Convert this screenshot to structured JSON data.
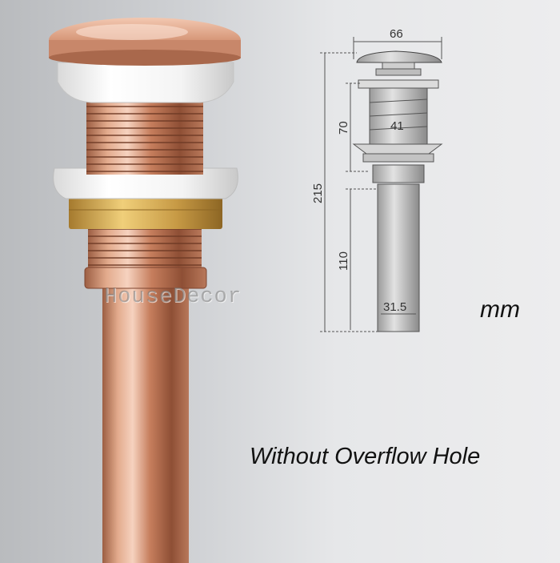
{
  "watermark_text": "HouseDecor",
  "caption": "Without Overflow Hole",
  "unit": "mm",
  "dimensions": {
    "cap_width": "66",
    "body_width": "41",
    "upper_height": "70",
    "total_height": "215",
    "lower_height": "110",
    "pipe_width": "31.5"
  },
  "colors": {
    "rose_gold": "#d69a7a",
    "white_washer": "#f2f2f2",
    "brass_nut": "#c9a050",
    "diagram_line": "#555555"
  }
}
